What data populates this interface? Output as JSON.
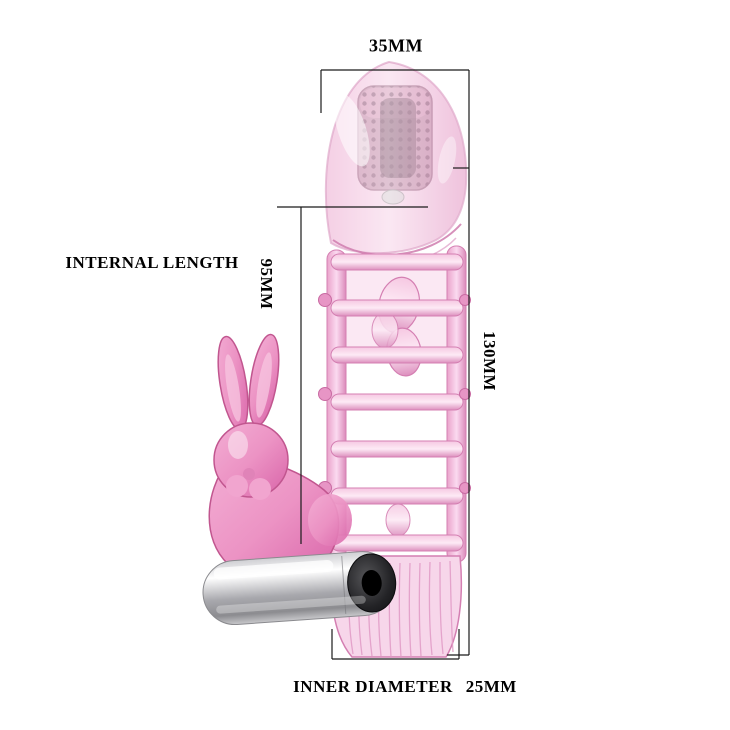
{
  "annotations": {
    "top_width": "35MM",
    "internal_length_label": "INTERNAL LENGTH",
    "internal_length_value": "95MM",
    "total_length": "130MM",
    "inner_diameter_label": "INNER DIAMETER",
    "inner_diameter_value": "25MM"
  },
  "colors": {
    "annotation_text": "#000000",
    "dimension_line": "#1a1a1a",
    "sleeve_pink_light": "#fdeef7",
    "sleeve_pink": "#f0b9d8",
    "sleeve_pink_dark": "#d47fb2",
    "rabbit_magenta": "#ec93c4",
    "bullet_silver": "#c9c9cc",
    "bullet_cap_black": "#0e0e10",
    "insert_mauve": "#c39ab0"
  }
}
